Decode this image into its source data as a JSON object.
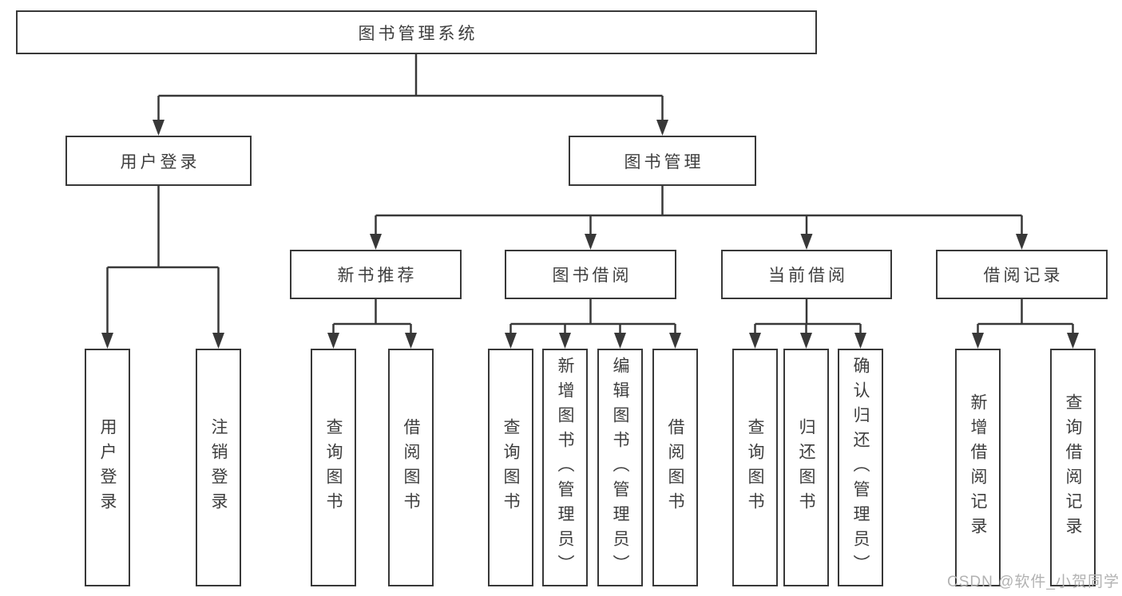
{
  "tree": {
    "label": "图书管理系统",
    "children": [
      {
        "label": "用户登录",
        "children": [
          {
            "label": "用户登录"
          },
          {
            "label": "注销登录"
          }
        ]
      },
      {
        "label": "图书管理",
        "children": [
          {
            "label": "新书推荐",
            "children": [
              {
                "label": "查询图书"
              },
              {
                "label": "借阅图书"
              }
            ]
          },
          {
            "label": "图书借阅",
            "children": [
              {
                "label": "查询图书"
              },
              {
                "label": "新增图书（管理员）"
              },
              {
                "label": "编辑图书（管理员）"
              },
              {
                "label": "借阅图书"
              }
            ]
          },
          {
            "label": "当前借阅",
            "children": [
              {
                "label": "查询图书"
              },
              {
                "label": "归还图书"
              },
              {
                "label": "确认归还（管理员）"
              }
            ]
          },
          {
            "label": "借阅记录",
            "children": [
              {
                "label": "新增借阅记录"
              },
              {
                "label": "查询借阅记录"
              }
            ]
          }
        ]
      }
    ]
  },
  "watermark": {
    "text": "CSDN @软件_小贺同学"
  },
  "colors": {
    "line": "#383838",
    "box_border": "#383838",
    "text": "#3e3e3e",
    "watermark": "#b2b2b2",
    "background": "#ffffff"
  }
}
